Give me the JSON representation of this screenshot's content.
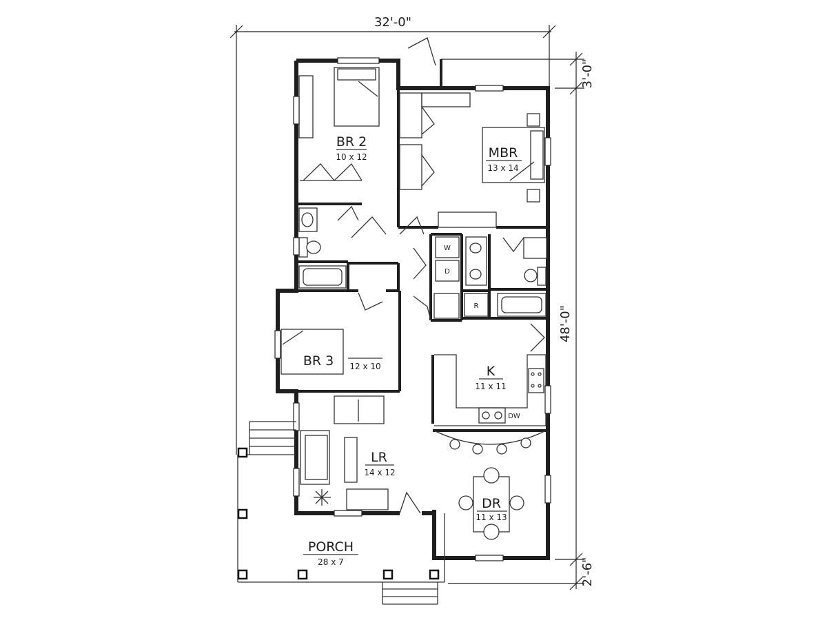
{
  "dimensions": {
    "width": "32'-0\"",
    "depth": "48'-0\"",
    "front_offset": "3'-0\"",
    "rear_offset": "2'-6\""
  },
  "rooms": {
    "br2": {
      "name": "BR 2",
      "size": "10 x 12"
    },
    "mbr": {
      "name": "MBR",
      "size": "13 x 14"
    },
    "br3": {
      "name": "BR 3",
      "size": "12 x 10"
    },
    "kitchen": {
      "name": "K",
      "size": "11 x 11"
    },
    "living": {
      "name": "LR",
      "size": "14 x 12"
    },
    "dining": {
      "name": "DR",
      "size": "11 x 13"
    },
    "porch": {
      "name": "PORCH",
      "size": "28 x 7"
    }
  },
  "fixtures": {
    "washer": "W",
    "dryer": "D",
    "refrigerator": "R",
    "dishwasher": "DW"
  }
}
